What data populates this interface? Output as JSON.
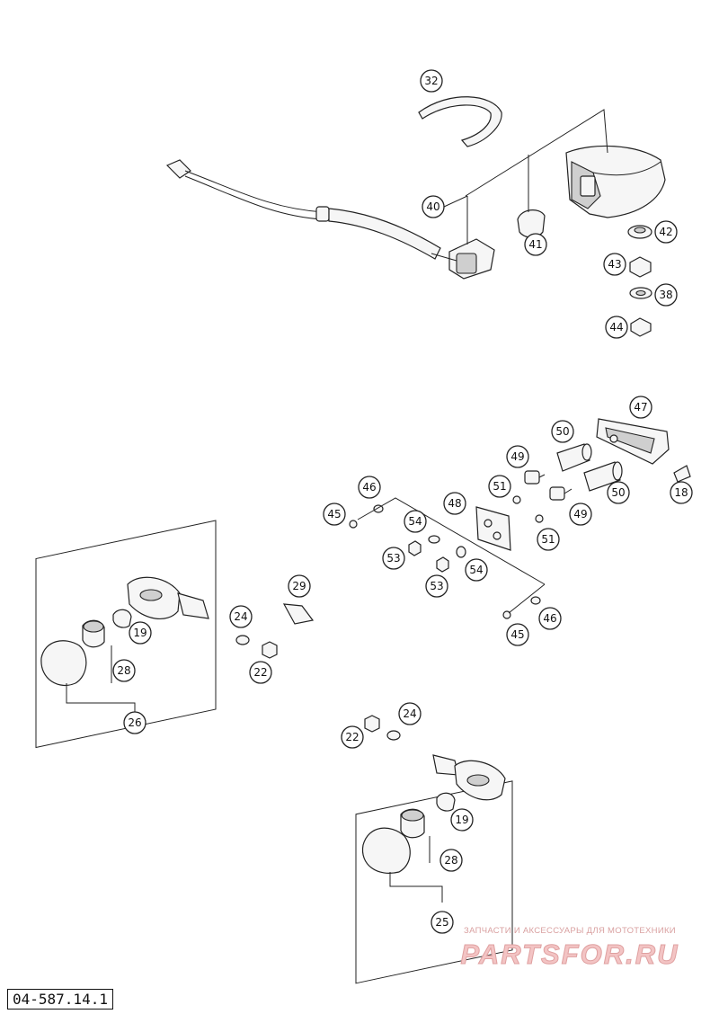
{
  "diagram": {
    "document_code": "04-587.14.1",
    "watermark": {
      "caption": "ЗАПЧАСТИ И АКСЕССУАРЫ ДЛЯ МОТОТЕХНИКИ",
      "logo_text": "PARTSFOR.RU"
    },
    "callouts": {
      "c32": "32",
      "c40": "40",
      "c41": "41",
      "c42": "42",
      "c43": "43",
      "c38": "38",
      "c44": "44",
      "c47": "47",
      "c50a": "50",
      "c50b": "50",
      "c18": "18",
      "c49a": "49",
      "c49b": "49",
      "c51a": "51",
      "c51b": "51",
      "c48": "48",
      "c46a": "46",
      "c46b": "46",
      "c45a": "45",
      "c45b": "45",
      "c54a": "54",
      "c54b": "54",
      "c53a": "53",
      "c53b": "53",
      "c29": "29",
      "c24a": "24",
      "c22a": "22",
      "c19a": "19",
      "c28a": "28",
      "c26": "26",
      "c22b": "22",
      "c24b": "24",
      "c19b": "19",
      "c28b": "28",
      "c25": "25"
    }
  }
}
